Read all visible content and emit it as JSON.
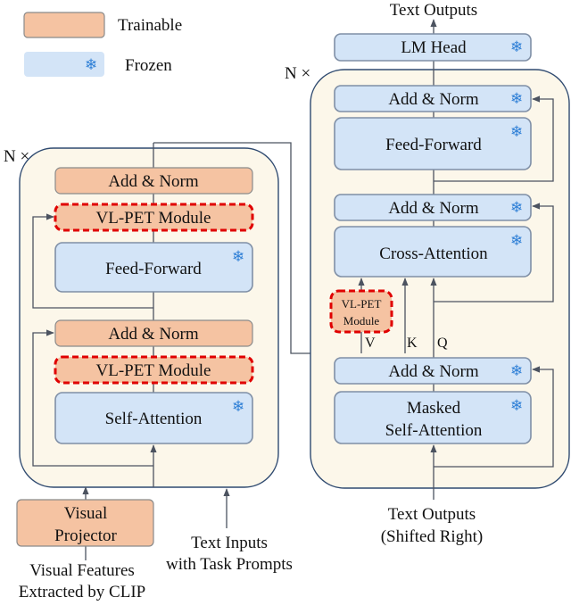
{
  "legend": {
    "trainable": "Trainable",
    "frozen": "Frozen"
  },
  "encoder": {
    "repeat": "N ×",
    "add_norm_top": "Add & Norm",
    "pet_top": "VL-PET Module",
    "feed_forward": "Feed-Forward",
    "add_norm_mid": "Add & Norm",
    "pet_bottom": "VL-PET Module",
    "self_attention": "Self-Attention"
  },
  "inputs": {
    "visual_projector": [
      "Visual",
      "Projector"
    ],
    "visual_features": [
      "Visual Features",
      "Extracted by CLIP"
    ],
    "text_inputs": [
      "Text Inputs",
      "with Task Prompts"
    ]
  },
  "decoder": {
    "repeat": "N ×",
    "lm_head": "LM Head",
    "add_norm_top": "Add & Norm",
    "feed_forward": "Feed-Forward",
    "add_norm_cross": "Add & Norm",
    "cross_attention": "Cross-Attention",
    "pet_module": [
      "VL-PET",
      "Module"
    ],
    "v_label": "V",
    "k_label": "K",
    "q_label": "Q",
    "add_norm_bottom": "Add & Norm",
    "masked_self_attention": [
      "Masked",
      "Self-Attention"
    ]
  },
  "outputs": {
    "text_outputs_top": "Text Outputs",
    "text_outputs_shifted": [
      "Text Outputs",
      "(Shifted Right)"
    ]
  },
  "icons": {
    "frozen_symbol": "❄"
  },
  "colors": {
    "trainable": "#f5c3a2",
    "frozen": "#d3e4f7",
    "pet_border": "#e00000",
    "block_bg": "#fcf7ea"
  }
}
